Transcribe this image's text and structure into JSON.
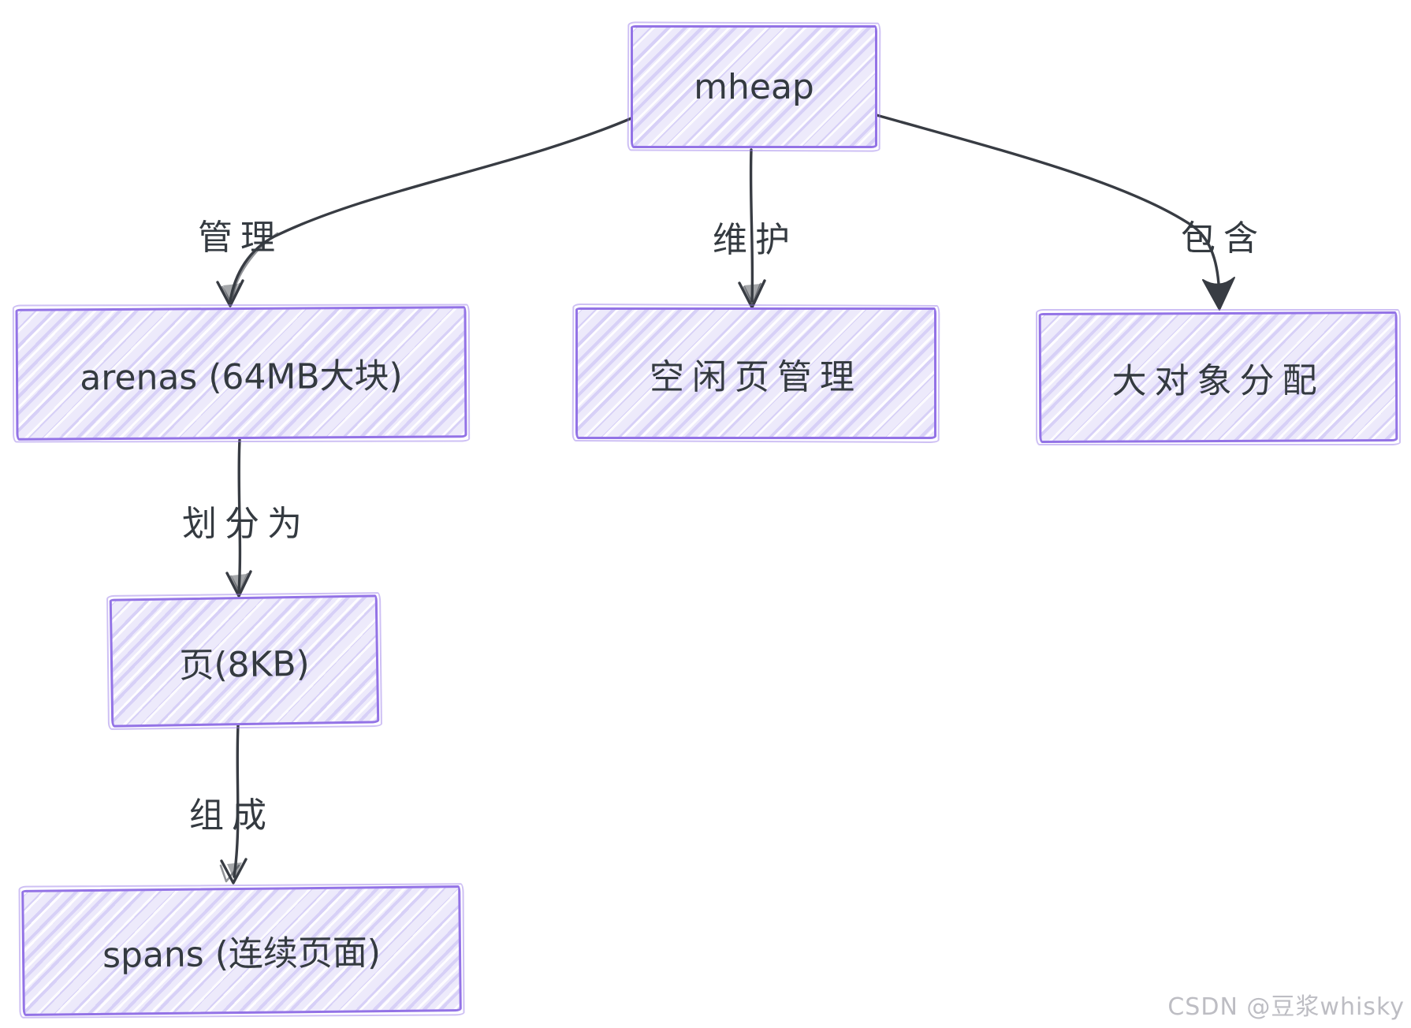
{
  "diagram": {
    "nodes": {
      "mheap": {
        "label": "mheap"
      },
      "arenas": {
        "label": "arenas (64MB大块)"
      },
      "free_pages": {
        "label": "空闲页管理"
      },
      "large_obj": {
        "label": "大对象分配"
      },
      "page": {
        "label": "页(8KB)"
      },
      "spans": {
        "label": "spans (连续页面)"
      }
    },
    "edges": {
      "manage": {
        "label": "管理"
      },
      "maintain": {
        "label": "维护"
      },
      "contain": {
        "label": "包含"
      },
      "divide": {
        "label": "划分为"
      },
      "compose": {
        "label": "组成"
      }
    },
    "colors": {
      "box_border": "#9373e6",
      "box_fill": "#edeafb",
      "hatch": "#cfc7f3",
      "arrow": "#383c43",
      "text": "#343a40",
      "watermark": "#b9b9c0"
    }
  },
  "watermark": {
    "text": "CSDN @豆浆whisky"
  }
}
